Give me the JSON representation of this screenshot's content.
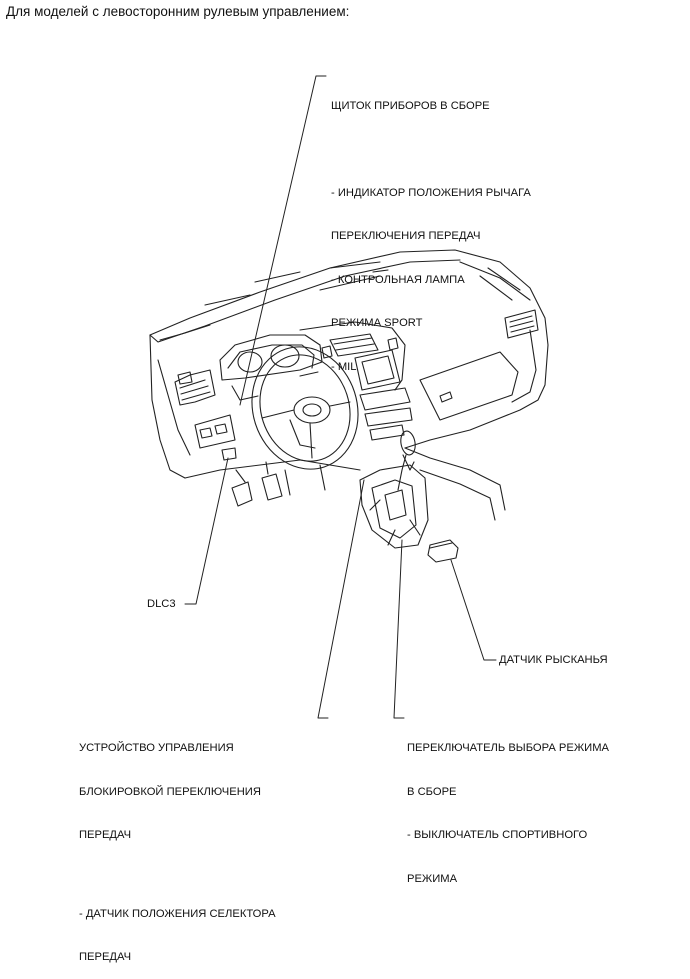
{
  "heading": "Для моделей с левосторонним рулевым управлением:",
  "callouts": {
    "combination_meter": {
      "title": "ЩИТОК ПРИБОРОВ В СБОРЕ",
      "items": [
        "- ИНДИКАТОР ПОЛОЖЕНИЯ РЫЧАГА",
        "ПЕРЕКЛЮЧЕНИЯ ПЕРЕДАЧ",
        "- КОНТРОЛЬНАЯ ЛАМПА",
        "РЕЖИМА SPORT",
        "- MIL"
      ]
    },
    "dlc3": {
      "title": "DLC3"
    },
    "yaw_sensor": {
      "title": "ДАТЧИК РЫСКАНЬЯ"
    },
    "shift_lock": {
      "title_lines": [
        "УСТРОЙСТВО УПРАВЛЕНИЯ",
        "БЛОКИРОВКОЙ ПЕРЕКЛЮЧЕНИЯ",
        "ПЕРЕДАЧ"
      ],
      "items": [
        "- ДАТЧИК ПОЛОЖЕНИЯ СЕЛЕКТОРА",
        "ПЕРЕДАЧ"
      ]
    },
    "mode_switch": {
      "title_lines": [
        "ПЕРЕКЛЮЧАТЕЛЬ ВЫБОРА РЕЖИМА",
        "В СБОРЕ"
      ],
      "items": [
        "- ВЫКЛЮЧАТЕЛЬ СПОРТИВНОГО",
        "РЕЖИМА"
      ]
    }
  }
}
